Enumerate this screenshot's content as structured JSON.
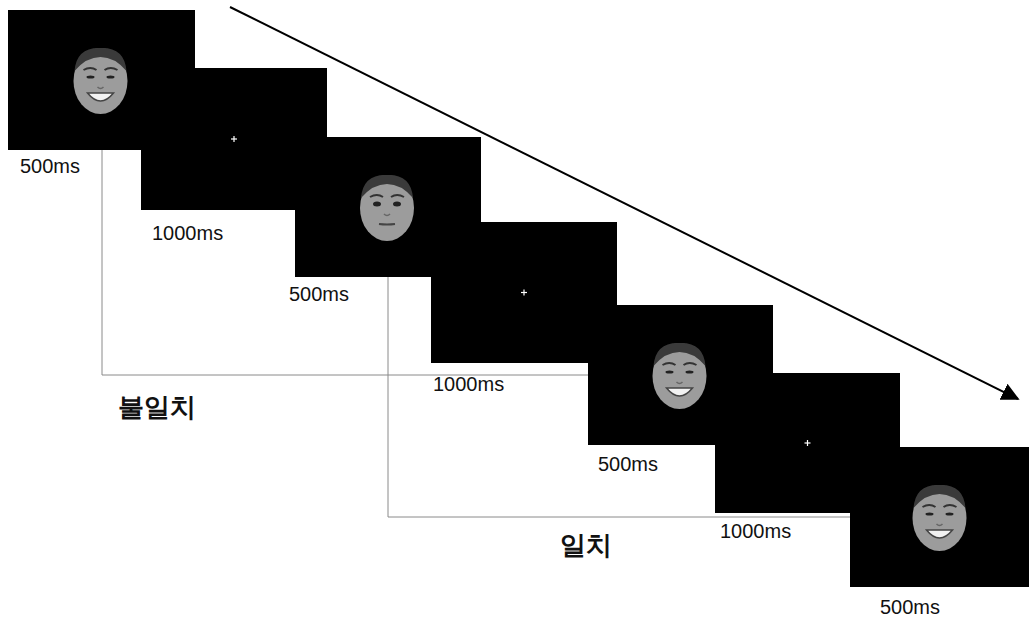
{
  "diagram": {
    "nodes": [
      {
        "text": [
          "500ms"
        ]
      },
      {
        "text": [
          "1000ms"
        ]
      },
      {
        "text": [
          "500ms"
        ]
      },
      {
        "text": [
          "1000ms"
        ]
      },
      {
        "text": [
          "500ms"
        ]
      },
      {
        "text": [
          "1000ms"
        ]
      },
      {
        "text": [
          "500ms"
        ]
      }
    ],
    "edges": [
      {
        "from": 0,
        "to": 4,
        "arrow": "none",
        "label": "불일치"
      },
      {
        "from": 2,
        "to": 6,
        "arrow": "none",
        "label": "일치"
      }
    ]
  }
}
